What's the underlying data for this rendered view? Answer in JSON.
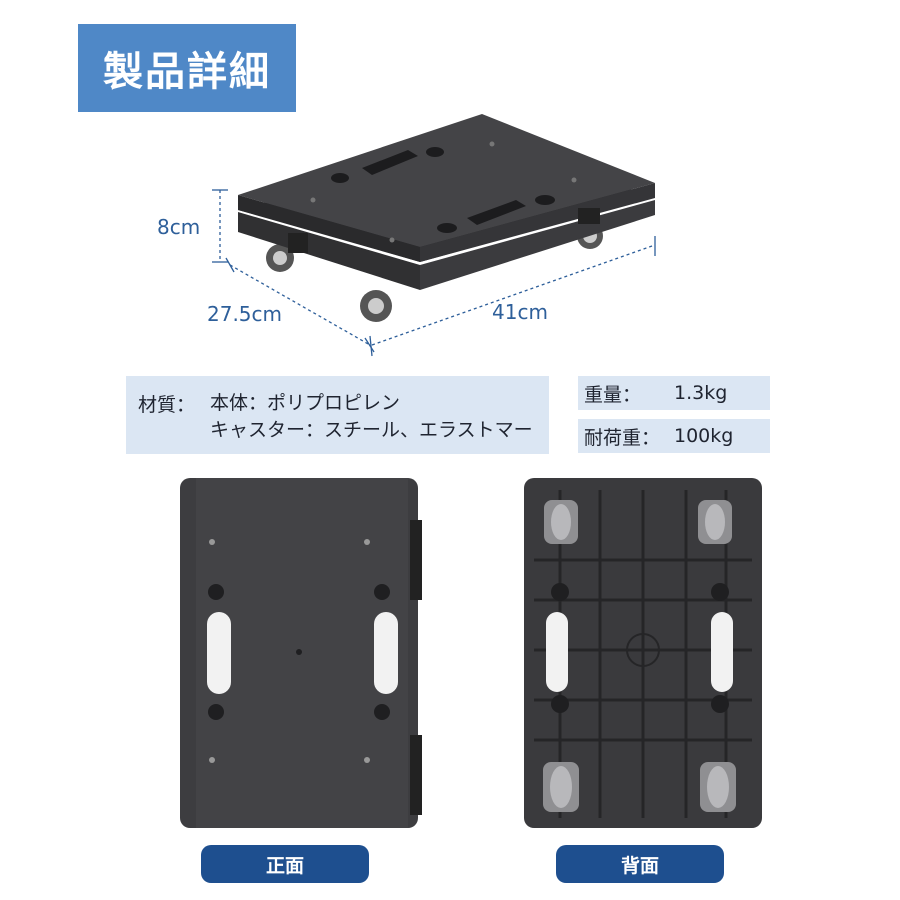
{
  "title": "製品詳細",
  "dimensions": {
    "height": "8cm",
    "depth": "27.5cm",
    "width": "41cm"
  },
  "specs": {
    "material_label": "材質：",
    "material_lines": [
      "本体：ポリプロピレン",
      "キャスター：スチール、エラストマー"
    ],
    "weight_label": "重量：",
    "weight_value": "1.3kg",
    "load_label": "耐荷重：",
    "load_value": "100kg"
  },
  "views": {
    "front_label": "正面",
    "back_label": "背面"
  },
  "colors": {
    "title_bg": "#4f88c7",
    "panel_bg": "#dbe6f3",
    "button_bg": "#1e4f8f",
    "dimension_text": "#2e5f9a",
    "product": "#3a3a3c"
  }
}
